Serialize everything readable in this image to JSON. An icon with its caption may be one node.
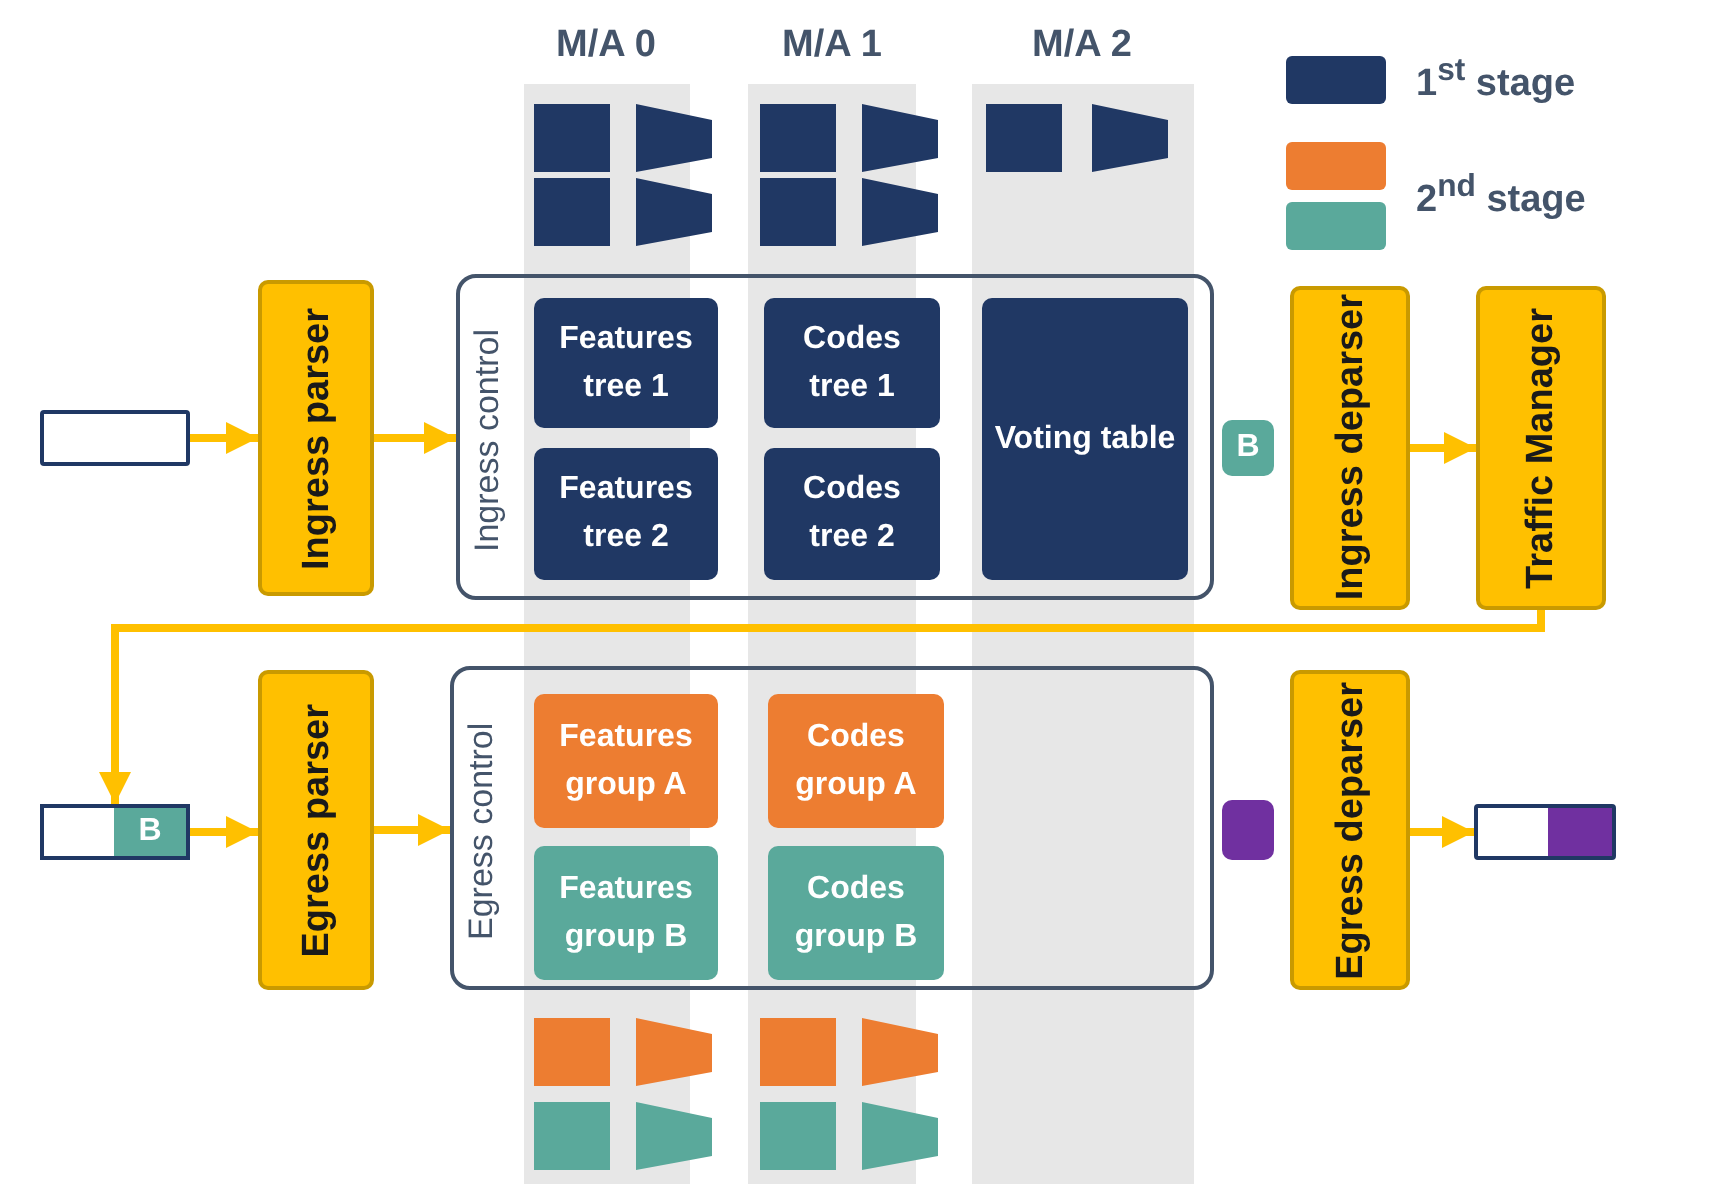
{
  "diagram": {
    "nodes": [
      {
        "text": [],
        "shape": "box"
      },
      {
        "text": [
          "Ingress parser"
        ]
      },
      {
        "text": [
          "Ingress control"
        ]
      },
      {
        "text": [
          "Features tree 1"
        ],
        "in": 2
      },
      {
        "text": [
          "Features tree 2"
        ],
        "in": 2
      },
      {
        "text": [
          "Codes tree 1"
        ],
        "in": 2
      },
      {
        "text": [
          "Codes tree 2"
        ],
        "in": 2
      },
      {
        "text": [
          "Voting table"
        ],
        "in": 2
      },
      {
        "text": [
          "B"
        ]
      },
      {
        "text": [
          "Ingress deparser"
        ]
      },
      {
        "text": [
          "Traffic Manager"
        ]
      },
      {
        "text": [
          "B"
        ]
      },
      {
        "text": [
          "Egress parser"
        ]
      },
      {
        "text": [
          "Egress control"
        ]
      },
      {
        "text": [
          "Features group A"
        ],
        "in": 13
      },
      {
        "text": [
          "Features group B"
        ],
        "in": 13
      },
      {
        "text": [
          "Codes group A"
        ],
        "in": 13
      },
      {
        "text": [
          "Codes group B"
        ],
        "in": 13
      },
      {
        "text": [],
        "shape": "box"
      },
      {
        "text": [
          "Egress deparser"
        ]
      },
      {
        "text": [],
        "shape": "box"
      }
    ],
    "edges": [
      {
        "from": 0,
        "to": 1,
        "arrow": "to"
      },
      {
        "from": 1,
        "to": 2,
        "arrow": "to"
      },
      {
        "from": 9,
        "to": 10,
        "arrow": "to"
      },
      {
        "from": 10,
        "to": 11,
        "arrow": "to"
      },
      {
        "from": 11,
        "to": 12,
        "arrow": "to"
      },
      {
        "from": 12,
        "to": 13,
        "arrow": "to"
      },
      {
        "from": 19,
        "to": 20,
        "arrow": "to"
      }
    ],
    "labels": [
      "M/A 0",
      "M/A 1",
      "M/A 2"
    ],
    "legend": [
      {
        "text": "1$^{st}$ stage",
        "color": "#203864"
      },
      {
        "text": "2$^{nd}$ stage",
        "color": "#ed7d31"
      }
    ]
  }
}
